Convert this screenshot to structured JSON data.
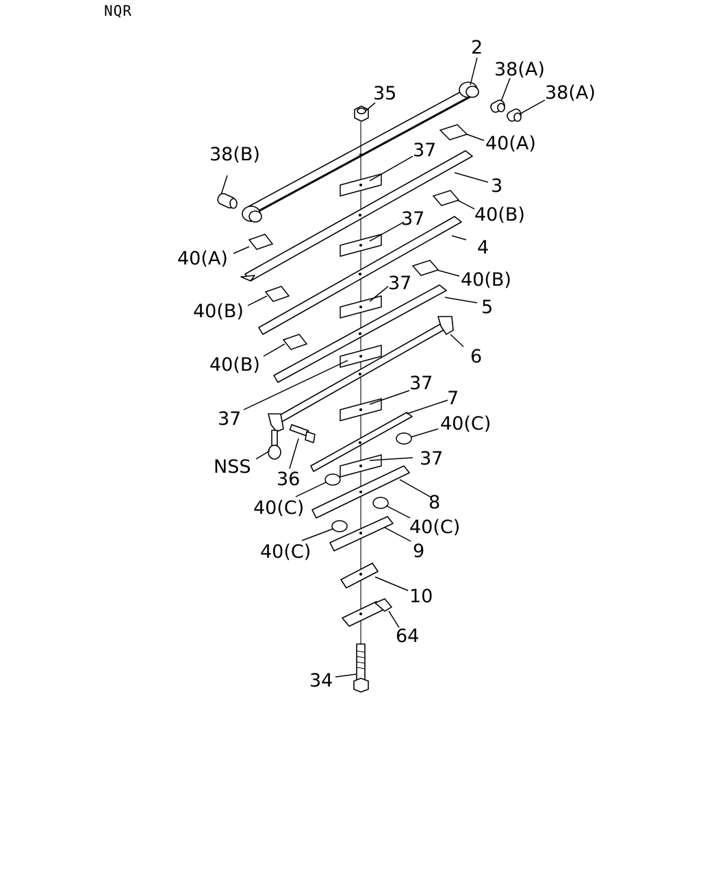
{
  "title": "NQR",
  "callouts": {
    "c2": "2",
    "c35": "35",
    "c38a_1": "38(A)",
    "c38a_2": "38(A)",
    "c40a_1": "40(A)",
    "c38b": "38(B)",
    "c37_1": "37",
    "c3": "3",
    "c40b_1": "40(B)",
    "c37_2": "37",
    "c4": "4",
    "c40a_2": "40(A)",
    "c40b_2": "40(B)",
    "c37_3": "37",
    "c40b_3": "40(B)",
    "c5": "5",
    "c6": "6",
    "c40b_4": "40(B)",
    "c37_4": "37",
    "c37_5": "37",
    "c7": "7",
    "c40c_1": "40(C)",
    "cnss": "NSS",
    "c36": "36",
    "c37_6": "37",
    "c40c_2": "40(C)",
    "c8": "8",
    "c40c_3": "40(C)",
    "c40c_4": "40(C)",
    "c9": "9",
    "c10": "10",
    "c64": "64",
    "c34": "34"
  }
}
